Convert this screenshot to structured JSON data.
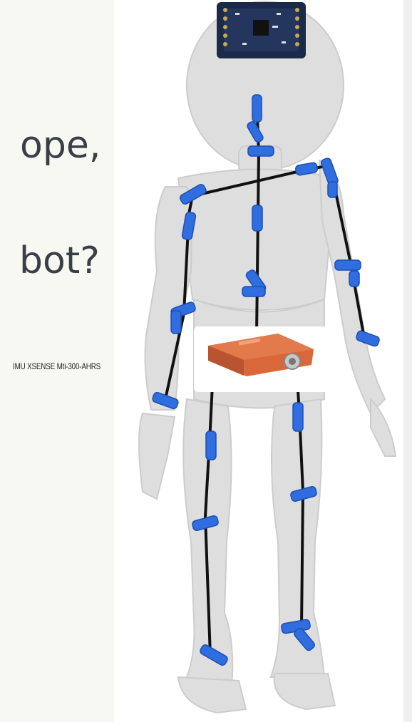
{
  "slide": {
    "line1": "ope,",
    "line2": "bot?",
    "imu_caption": "IMU XSENSE Mti-300-AHRS"
  },
  "colors": {
    "background_left": "#f7f8f2",
    "sensor_blue": "#2f6de0",
    "skeleton": "#111111",
    "robot_gray": "#dcdcdc",
    "imu_orange": "#d8673a",
    "pcb_navy": "#1c2a4a"
  }
}
